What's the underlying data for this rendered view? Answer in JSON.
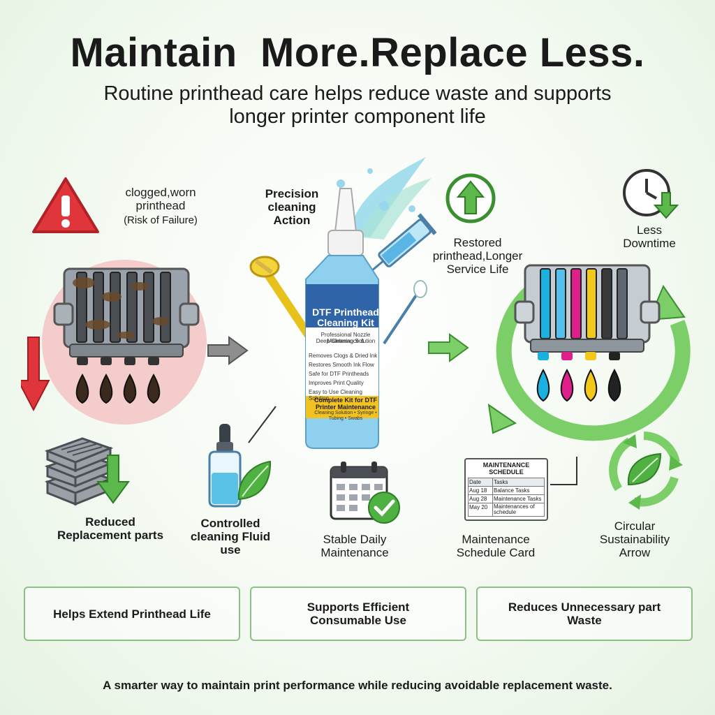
{
  "header": {
    "title": "Maintain  More.Replace Less.",
    "subtitle": "Routine printhead care helps reduce waste and supports longer printer component life"
  },
  "left": {
    "label": "clogged,worn printhead",
    "note": "(Risk of Failure)",
    "reduced_parts": "Reduced Replacement parts"
  },
  "center": {
    "precision": "Precision cleaning Action",
    "bottle": {
      "title": "DTF Printhead Cleaning Kit",
      "line1": "Professional Nozzle Maintenance &",
      "line2": "Deep-Cleaning Solution",
      "bullets": [
        "Removes Clogs & Dried Ink",
        "Restores Smooth Ink Flow",
        "Safe for DTF Printheads",
        "Improves Print Quality",
        "Easy to Use Cleaning Solution"
      ],
      "band1": "Complete Kit for DTF",
      "band2": "Printer Maintenance",
      "band3": "Cleaning Solution • Syringe • Tubing • Swabs"
    },
    "controlled": "Controlled cleaning Fluid use",
    "stable": "Stable Daily Maintenance"
  },
  "right": {
    "restored": "Restored printhead,Longer Service Life",
    "downtime": "Less Downtime",
    "schedule_card": {
      "heading": "MAINTENANCE SCHEDULE",
      "col1": "Date",
      "col2": "Tasks",
      "rows": [
        {
          "date": "Aug 18",
          "task": "Balance Tasks"
        },
        {
          "date": "Aug 28",
          "task": "Maintenance Tasks"
        },
        {
          "date": "May 20",
          "task": "Maintenances of schedule"
        }
      ]
    },
    "schedule_label": "Maintenance Schedule Card",
    "circular_label": "Circular Sustainability Arrow"
  },
  "benefits": [
    "Helps Extend Printhead Life",
    "Supports Efficient Consumable Use",
    "Reduces Unnecessary part Waste"
  ],
  "footer": "A smarter way to maintain  print performance while reducing avoidable replacement waste.",
  "colors": {
    "green": "#5cb84a",
    "dark_green": "#3a8f2e",
    "red": "#d8343a",
    "cyan": "#1ab0e0",
    "magenta": "#e0208a",
    "yellow": "#f2c81a",
    "black": "#222222"
  }
}
